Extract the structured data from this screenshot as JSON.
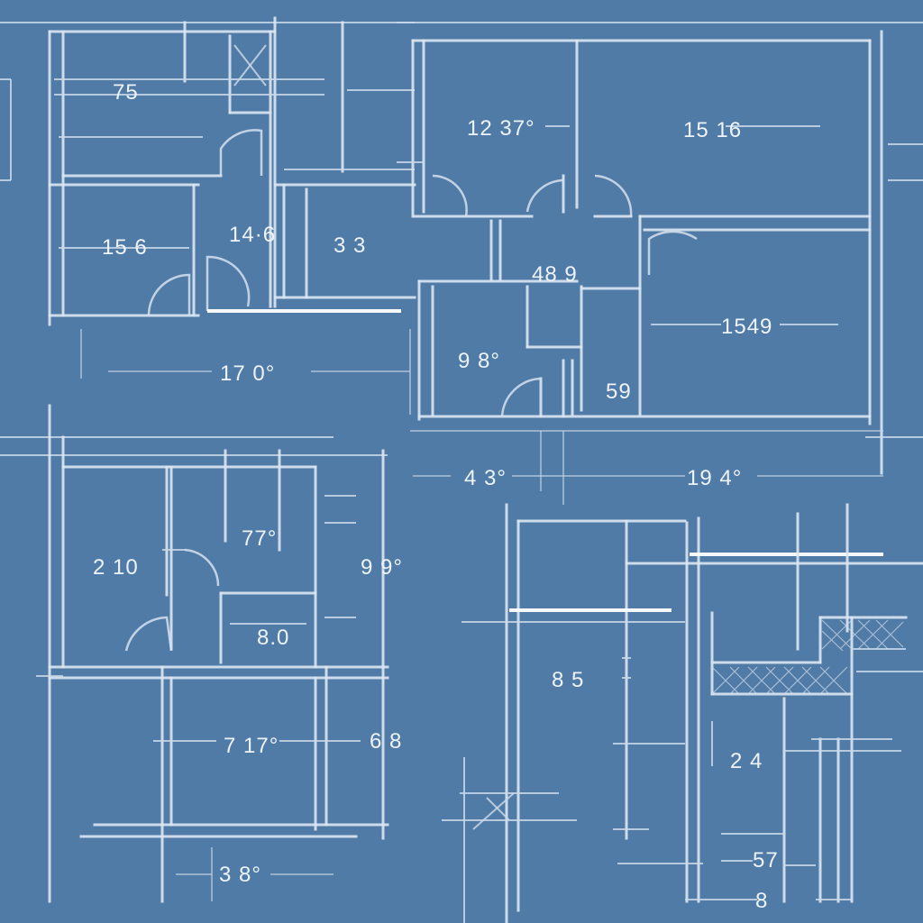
{
  "labels": {
    "room_a": "75",
    "room_b": "12 37°",
    "room_c": "15 16",
    "room_d": "15 6",
    "room_e": "14·6",
    "room_f": "3 3",
    "room_g": "48 9",
    "room_h": "9 8°",
    "room_i": "1549",
    "room_j": "59",
    "dim_a": "17 0°",
    "dim_b": "4 3°",
    "dim_c": "19 4°",
    "room_k": "2 10",
    "room_l": "77°",
    "room_m": "9 9°",
    "room_n": "8.0",
    "room_o": "7 17°",
    "room_p": "6 8",
    "dim_d": "3 8°",
    "room_q": "8 5",
    "room_r": "2 4",
    "room_s": "57",
    "room_t": "8"
  }
}
